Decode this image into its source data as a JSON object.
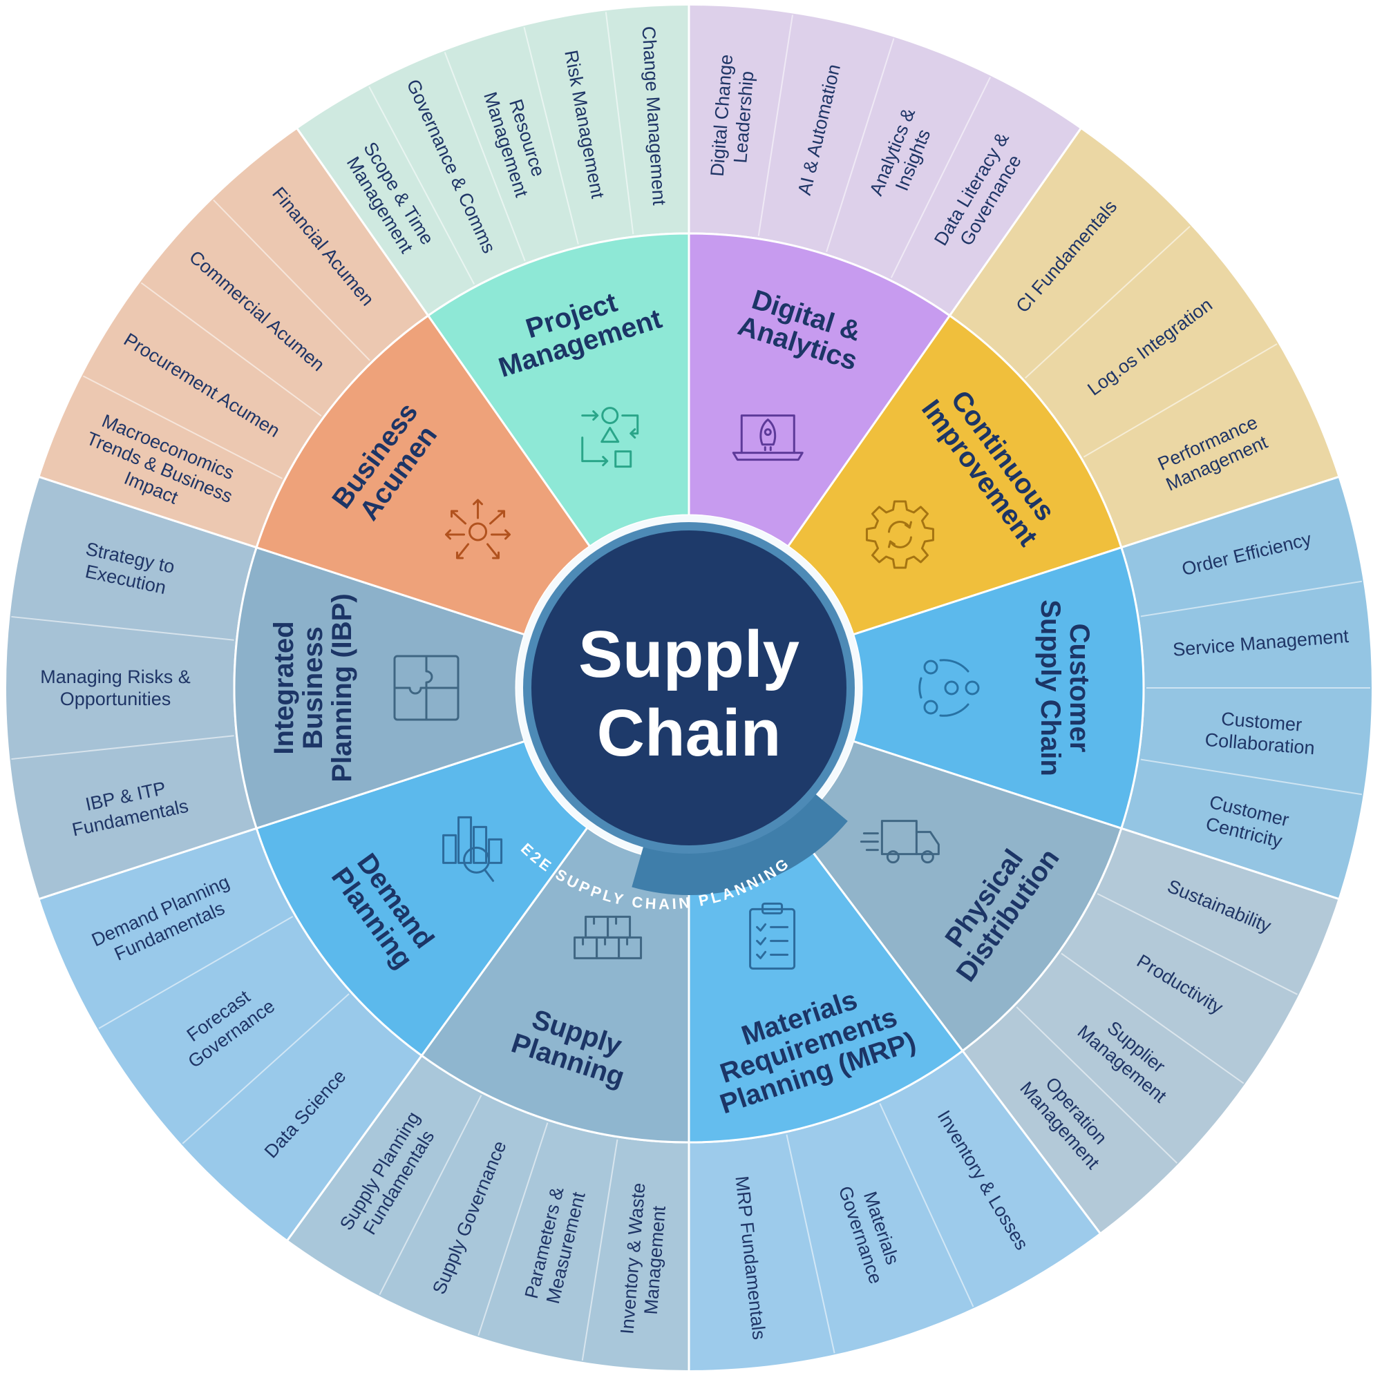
{
  "hub": {
    "line1": "Supply",
    "line2": "Chain"
  },
  "e2e_label": "E2E SUPPLY CHAIN PLANNING",
  "segments": [
    {
      "id": "project-management",
      "title": [
        "Project",
        "Management"
      ],
      "icon": "shapes-arrows-icon",
      "outer": "#cfe9e0",
      "mid": "#8ee8d6",
      "iconColor": "#2aa589",
      "items": [
        "Scope & Time Management",
        "Governance & Comms",
        "Resource Management",
        "Risk Management",
        "Change Management"
      ]
    },
    {
      "id": "digital-analytics",
      "title": [
        "Digital &",
        "Analytics"
      ],
      "icon": "rocket-laptop-icon",
      "outer": "#ddd0ea",
      "mid": "#c79bef",
      "iconColor": "#5d3a99",
      "items": [
        "Digital Change Leadership",
        "AI & Automation",
        "Analytics & Insights",
        "Data Literacy & Governance"
      ]
    },
    {
      "id": "continuous-improvement",
      "title": [
        "Continuous",
        "Improvement"
      ],
      "icon": "gear-cycle-icon",
      "outer": "#ebd7a4",
      "mid": "#f0bf3c",
      "iconColor": "#a57412",
      "items": [
        "CI Fundamentals",
        "Log.os Integration",
        "Performance Management"
      ]
    },
    {
      "id": "customer-supply-chain",
      "title": [
        "Customer",
        "Supply Chain"
      ],
      "icon": "people-network-icon",
      "outer": "#94c5e3",
      "mid": "#5cb9ec",
      "iconColor": "#2872a4",
      "items": [
        "Order Efficiency",
        "Service Management",
        "Customer Collaboration",
        "Customer Centricity"
      ]
    },
    {
      "id": "physical-distribution",
      "title": [
        "Physical",
        "Distribution"
      ],
      "icon": "delivery-truck-icon",
      "outer": "#b3c9d8",
      "mid": "#91b4ca",
      "iconColor": "#3f6683",
      "items": [
        "Sustainability",
        "Productivity",
        "Supplier Management",
        "Operation Management"
      ]
    },
    {
      "id": "mrp",
      "title": [
        "Materials",
        "Requirements",
        "Planning (MRP)"
      ],
      "icon": "clipboard-checklist-icon",
      "outer": "#9dcbeb",
      "mid": "#64bdee",
      "iconColor": "#2c6b9c",
      "items": [
        "Inventory & Losses",
        "Materials Governance",
        "MRP Fundamentals"
      ]
    },
    {
      "id": "supply-planning",
      "title": [
        "Supply",
        "Planning"
      ],
      "icon": "boxes-icon",
      "outer": "#a9c7da",
      "mid": "#8fb6cf",
      "iconColor": "#3f6683",
      "items": [
        "Inventory & Waste Management",
        "Parameters & Measurement",
        "Supply Governance",
        "Supply Planning Fundamentals"
      ]
    },
    {
      "id": "demand-planning",
      "title": [
        "Demand",
        "Planning"
      ],
      "icon": "chart-magnifier-icon",
      "outer": "#99c9ea",
      "mid": "#5cb9ec",
      "iconColor": "#2c6b9c",
      "items": [
        "Data Science",
        "Forecast Governance",
        "Demand Planning Fundamentals"
      ]
    },
    {
      "id": "ibp",
      "title": [
        "Integrated",
        "Business",
        "Planning (IBP)"
      ],
      "icon": "puzzle-icon",
      "outer": "#a6c2d6",
      "mid": "#8cb1ca",
      "iconColor": "#3f6683",
      "items": [
        "IBP & ITP Fundamentals",
        "Managing Risks & Opportunities",
        "Strategy to Execution"
      ]
    },
    {
      "id": "business-acumen",
      "title": [
        "Business",
        "Acumen"
      ],
      "icon": "arrows-burst-icon",
      "outer": "#ecc8b1",
      "mid": "#eea27a",
      "iconColor": "#b1521e",
      "items": [
        "Macroeconomics Trends & Business Impact",
        "Procurement Acumen",
        "Commercial Acumen",
        "Financial Acumen"
      ]
    }
  ]
}
